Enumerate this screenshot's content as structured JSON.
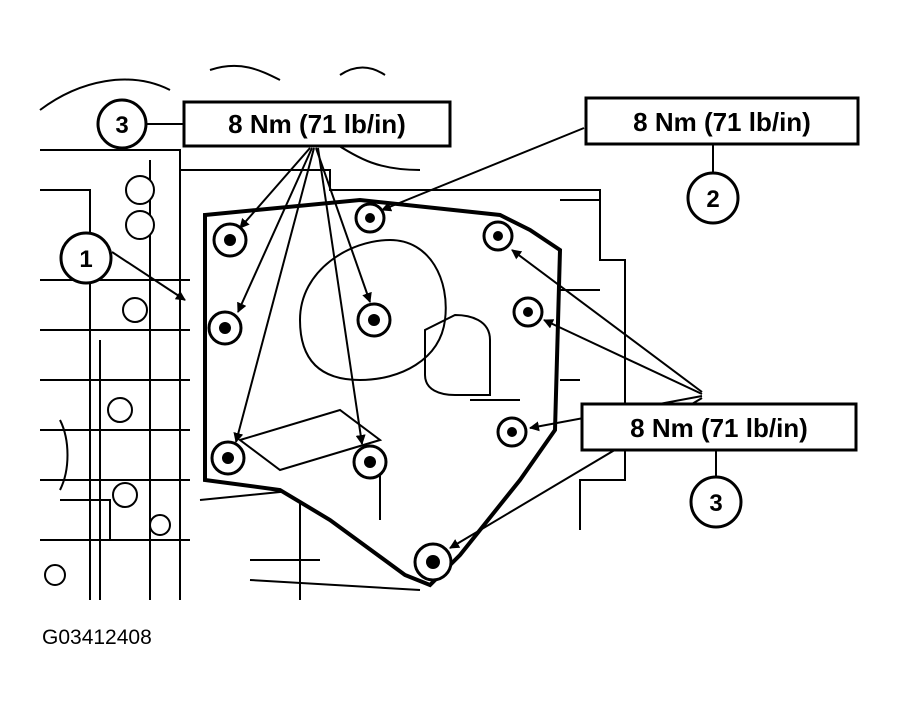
{
  "callouts": {
    "c3_top": {
      "number": "3",
      "torque": "8 Nm (71 lb/in)"
    },
    "c2": {
      "number": "2",
      "torque": "8 Nm (71 lb/in)"
    },
    "c3_bottom": {
      "number": "3",
      "torque": "8 Nm (71 lb/in)"
    },
    "c1": {
      "number": "1"
    }
  },
  "figure_id": "G03412408"
}
